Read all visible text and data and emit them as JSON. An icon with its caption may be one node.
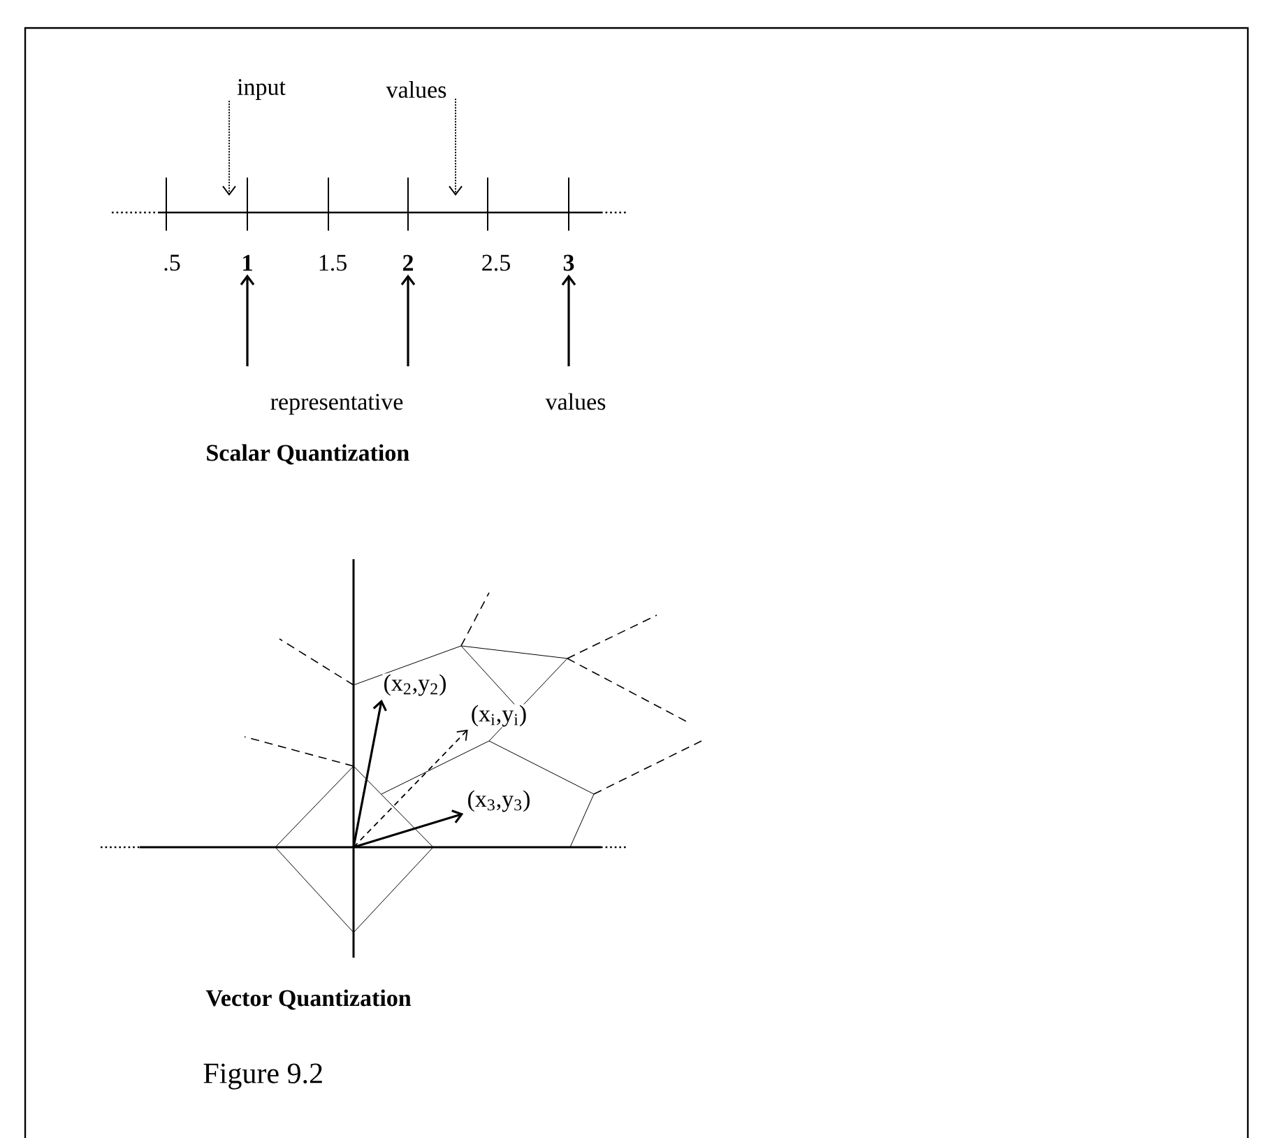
{
  "diagram": {
    "caption": "Figure 9.2",
    "nodes": [
      {
        "text": [
          "input"
        ]
      },
      {
        "text": [
          "values"
        ]
      },
      {
        "text": [
          "**1**"
        ]
      },
      {
        "text": [
          "**2**"
        ]
      },
      {
        "text": [
          "**3**"
        ]
      },
      {
        "text": [
          "(x$_{2}$,y$_{2}$)"
        ]
      },
      {
        "text": [
          "(x$_{i}$,y$_{i}$)"
        ]
      },
      {
        "text": [
          "(x$_{3}$,y$_{3}$)"
        ]
      }
    ],
    "edges": [
      {
        "from": 0,
        "to": null,
        "arrow": "to",
        "style": "dashed"
      },
      {
        "from": 1,
        "to": null,
        "arrow": "to",
        "style": "dashed"
      },
      {
        "from": null,
        "to": 2,
        "arrow": "to"
      },
      {
        "from": null,
        "to": 3,
        "arrow": "to"
      },
      {
        "from": null,
        "to": 4,
        "arrow": "to"
      },
      {
        "from": null,
        "to": 5,
        "arrow": "to"
      },
      {
        "from": null,
        "to": 6,
        "arrow": "to",
        "style": "dashed"
      },
      {
        "from": null,
        "to": 7,
        "arrow": "to"
      }
    ],
    "labels": [
      ".5",
      "1.5",
      "2.5",
      "representative",
      "values",
      "**Scalar Quantization**",
      "**Vector Quantization**"
    ]
  }
}
